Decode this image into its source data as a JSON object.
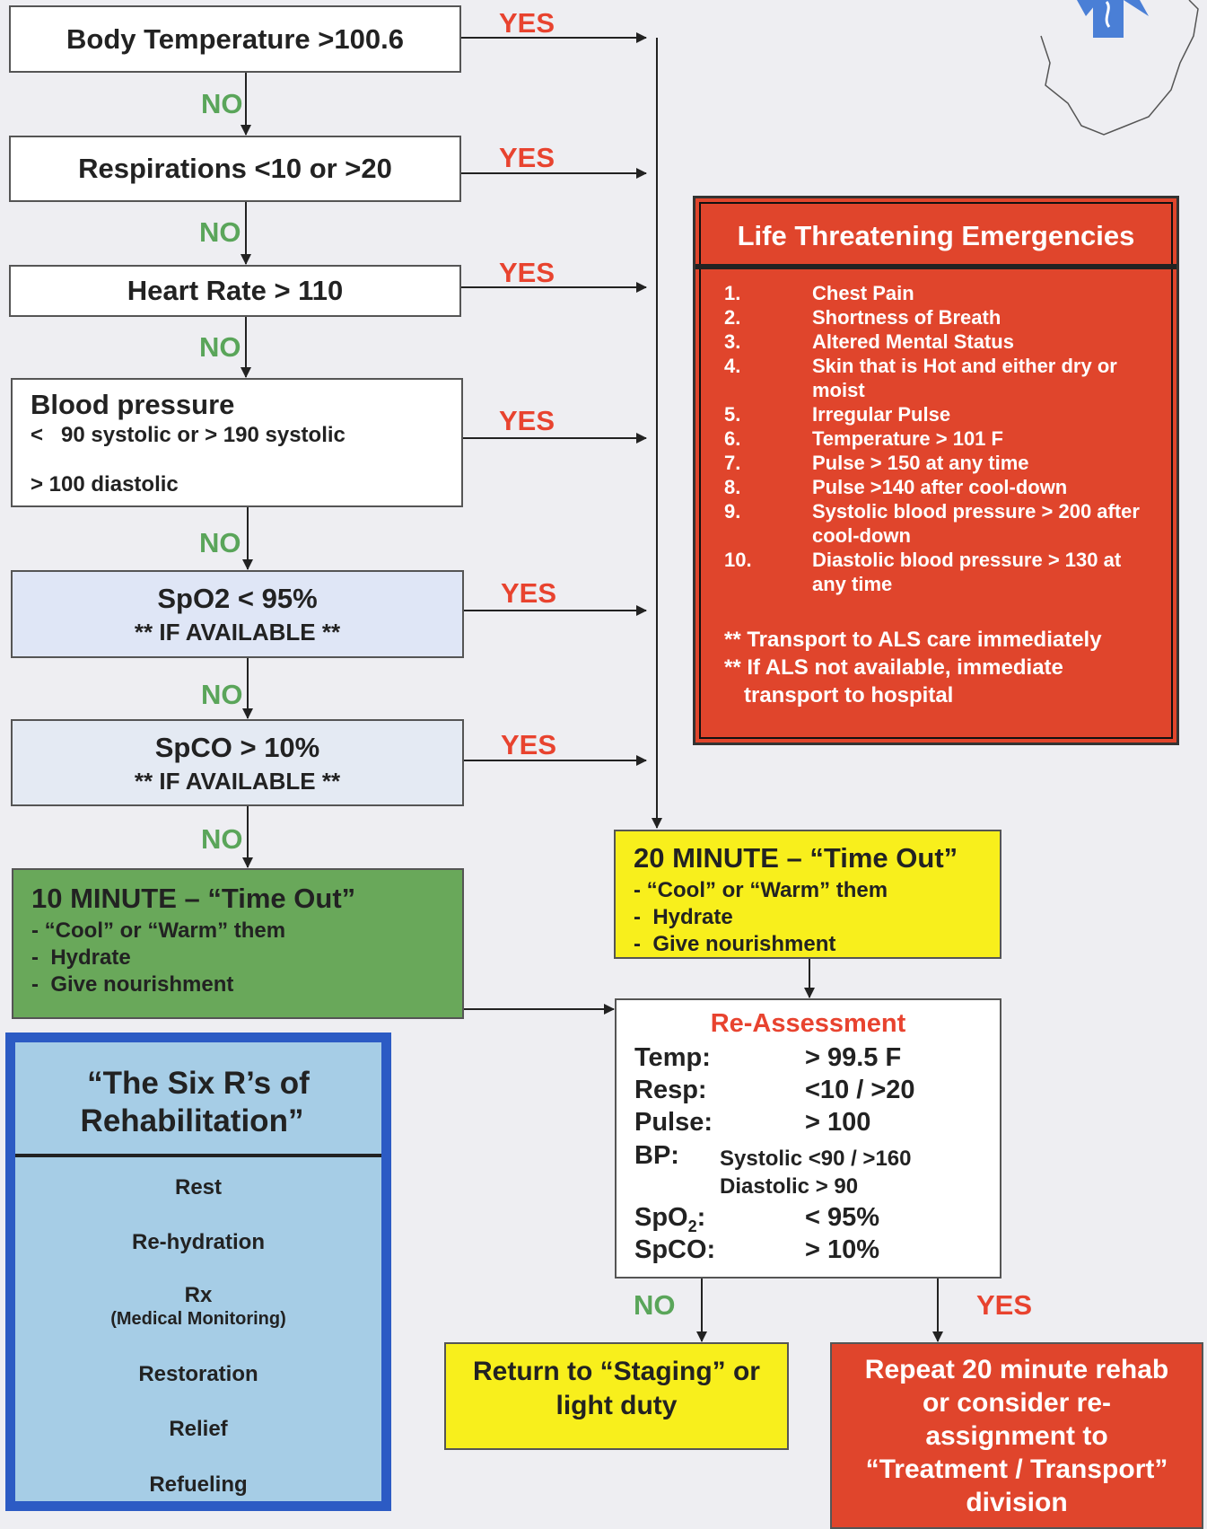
{
  "labels": {
    "yes": "YES",
    "no": "NO"
  },
  "checks": [
    {
      "title": "Body Temperature >100.6"
    },
    {
      "title": "Respirations <10 or >20"
    },
    {
      "title": "Heart Rate > 110"
    },
    {
      "title": "Blood pressure",
      "line1": "<   90 systolic or > 190 systolic",
      "line2": "> 100 diastolic"
    },
    {
      "title": "SpO2 < 95%",
      "sub": "** IF AVAILABLE **"
    },
    {
      "title": "SpCO > 10%",
      "sub": "** IF AVAILABLE **"
    }
  ],
  "ten_minute": {
    "title": "10 MINUTE – “Time Out”",
    "items": [
      "- “Cool” or “Warm” them",
      "-  Hydrate",
      "-  Give nourishment"
    ]
  },
  "twenty_minute": {
    "title": "20 MINUTE – “Time Out”",
    "items": [
      "- “Cool” or “Warm” them",
      "-  Hydrate",
      "-  Give nourishment"
    ]
  },
  "life_threatening": {
    "title": "Life Threatening Emergencies",
    "items": [
      {
        "num": "1.",
        "text": "Chest Pain"
      },
      {
        "num": "2.",
        "text": "Shortness of Breath"
      },
      {
        "num": "3.",
        "text": "Altered Mental Status"
      },
      {
        "num": "4.",
        "text": "Skin that is Hot and either dry or moist"
      },
      {
        "num": "5.",
        "text": "Irregular Pulse"
      },
      {
        "num": "6.",
        "text": "Temperature > 101 F"
      },
      {
        "num": "7.",
        "text": "Pulse > 150 at any time"
      },
      {
        "num": "8.",
        "text": "Pulse >140 after cool-down"
      },
      {
        "num": "9.",
        "text": "Systolic blood pressure > 200 after cool-down"
      },
      {
        "num": "10.",
        "text": "Diastolic blood pressure > 130 at any time"
      }
    ],
    "note1": "** Transport to ALS care immediately",
    "note2": "** If ALS not available, immediate",
    "note3": "transport to hospital"
  },
  "six_rs": {
    "title1": "“The Six R’s of",
    "title2": "Rehabilitation”",
    "items": [
      "Rest",
      "Re-hydration",
      "Rx",
      "Restoration",
      "Relief",
      "Refueling"
    ],
    "rx_sub": "(Medical Monitoring)"
  },
  "reassessment": {
    "title": "Re-Assessment",
    "rows": [
      {
        "label": "Temp:",
        "value": "> 99.5 F"
      },
      {
        "label": "Resp:",
        "value": "<10 / >20"
      },
      {
        "label": "Pulse:",
        "value": "> 100"
      },
      {
        "label": "BP:",
        "value": "Systolic <90 / >160",
        "value2": "Diastolic > 90"
      },
      {
        "label": "SpO",
        "label_sub": "2",
        "label_end": ":",
        "value": "< 95%"
      },
      {
        "label": "SpCO:",
        "value": "> 10%"
      }
    ]
  },
  "return_staging": {
    "line1": "Return to “Staging” or",
    "line2": "light duty"
  },
  "repeat_rehab": {
    "lines": [
      "Repeat 20 minute rehab",
      "or consider re-",
      "assignment to",
      "“Treatment / Transport”",
      "division"
    ]
  },
  "colors": {
    "yes": "#e8432f",
    "no": "#5aa55a",
    "lte_red": "#e0452c",
    "yellow": "#f8ef1c",
    "green": "#69a85a",
    "six_rs_blue": "#a6cde6",
    "six_rs_border": "#2c5bc4",
    "spo2_bg": "#dfe6f6",
    "spco_bg": "#e4eaf3"
  },
  "icons": [
    "star-of-life-icon",
    "state-map-outline-icon"
  ]
}
